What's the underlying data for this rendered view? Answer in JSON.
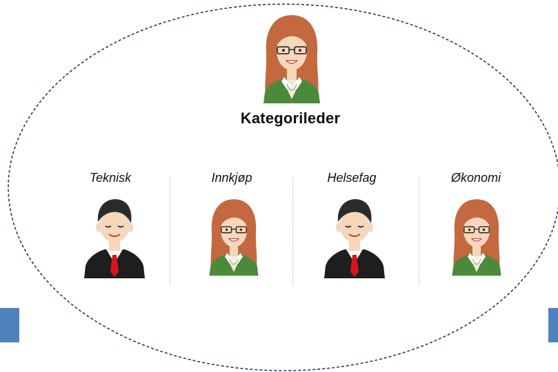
{
  "leader": {
    "title": "Kategorileder",
    "avatar_icon": "woman-red-hair-glasses-icon"
  },
  "members": [
    {
      "label": "Teknisk",
      "avatar_icon": "man-suit-red-tie-icon"
    },
    {
      "label": "Innkjøp",
      "avatar_icon": "woman-red-hair-glasses-icon"
    },
    {
      "label": "Helsefag",
      "avatar_icon": "man-suit-red-tie-icon"
    },
    {
      "label": "Økonomi",
      "avatar_icon": "woman-red-hair-glasses-icon"
    }
  ],
  "colors": {
    "ellipse_border": "#1f3864",
    "side_block": "#4f81bd",
    "woman_hair": "#c4683f",
    "woman_jacket": "#4a8a3a",
    "man_suit": "#1e1e1e",
    "man_tie": "#d6141e",
    "skin": "#f6d7bc"
  }
}
